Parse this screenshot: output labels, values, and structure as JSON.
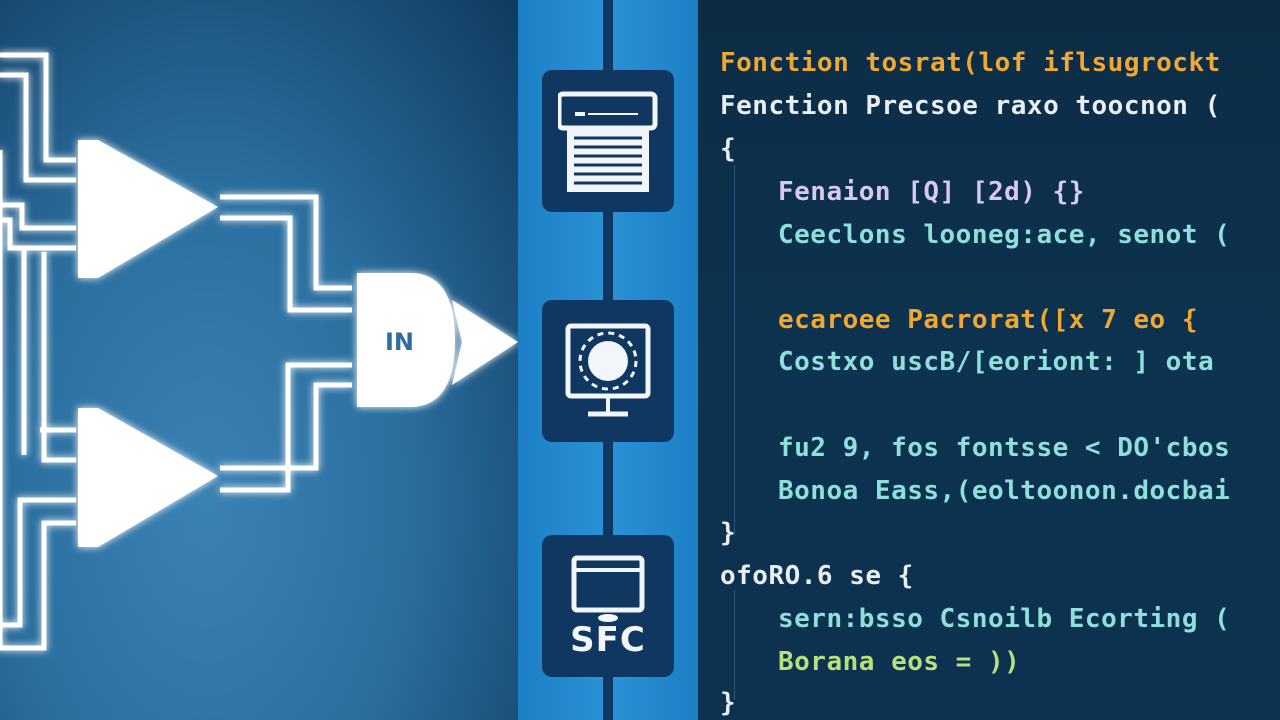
{
  "diagram": {
    "logic_gates": [
      {
        "type": "buffer",
        "label": ""
      },
      {
        "type": "buffer",
        "label": ""
      },
      {
        "type": "and-gate",
        "label": "IN"
      }
    ],
    "colors": {
      "wire": "#ffffff",
      "glow": "#4fc3ff",
      "background": "#2b6f9f"
    }
  },
  "pipeline": {
    "nodes": [
      {
        "icon": "document-icon",
        "label": ""
      },
      {
        "icon": "monitor-icon",
        "label": ""
      },
      {
        "icon": "window-icon",
        "label": "SFC"
      }
    ],
    "colors": {
      "panel": "#2b92d8",
      "node": "#0f3760"
    }
  },
  "code": {
    "lines": [
      {
        "text": "Fonction tosrat(lof iflsugrockt",
        "color": "orange",
        "indent": 0
      },
      {
        "text": "Fenction Precsoe raxo toocnon (",
        "color": "white",
        "indent": 0
      },
      {
        "text": "{",
        "color": "white",
        "indent": 0
      },
      {
        "text": "Fenaion [Q] [2d) {}",
        "color": "lav",
        "indent": 1
      },
      {
        "text": "Ceeclons looneg:ace, senot (",
        "color": "teal",
        "indent": 1
      },
      {
        "text": "",
        "color": "white",
        "indent": 1
      },
      {
        "text": "ecaroee Pacrorat([x 7 eo {",
        "color": "orange",
        "indent": 1
      },
      {
        "text": "Costxo uscB/[eoriont: ] ota",
        "color": "teal",
        "indent": 1
      },
      {
        "text": "",
        "color": "white",
        "indent": 1
      },
      {
        "text": "fu2 9, fos fontsse < DO'cbos",
        "color": "teal",
        "indent": 1
      },
      {
        "text": "Bonoa Eass,(eoltoonon.docbai",
        "color": "teal",
        "indent": 1
      },
      {
        "text": "}",
        "color": "white",
        "indent": 0
      },
      {
        "text": "ofoRO.6 se {",
        "color": "white",
        "indent": 0
      },
      {
        "text": "sern:bsso Csnoilb Ecorting (",
        "color": "teal",
        "indent": 1
      },
      {
        "text": "Borana eos = ))",
        "color": "green",
        "indent": 1
      },
      {
        "text": "}",
        "color": "white",
        "indent": 0
      }
    ]
  }
}
